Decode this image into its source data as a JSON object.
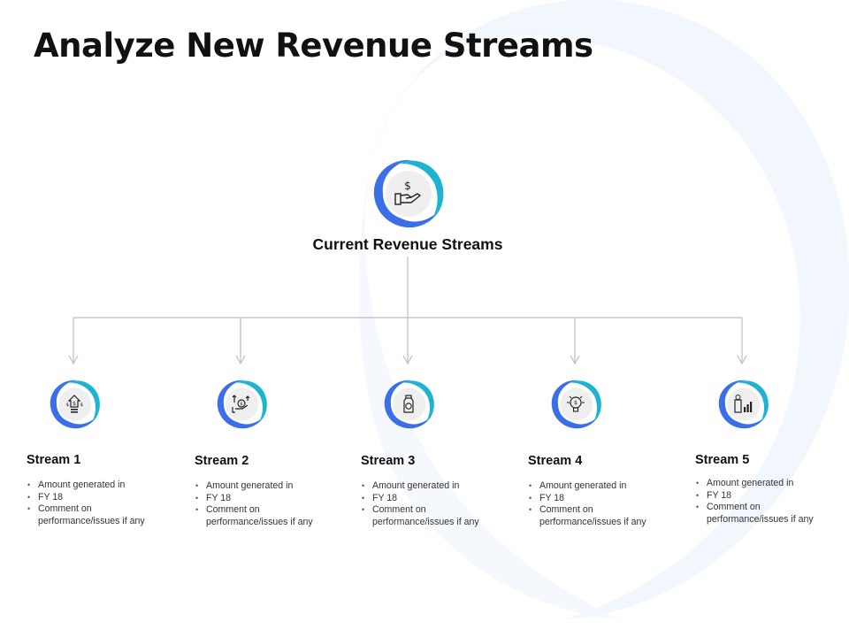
{
  "slide": {
    "title": "Analyze New Revenue Streams"
  },
  "root": {
    "label": "Current Revenue Streams",
    "icon": "hand-with-dollar-icon",
    "symbol": "$"
  },
  "streams": [
    {
      "title": "Stream 1",
      "icon": "house-money-growth-icon",
      "bullets": [
        "Amount generated in",
        "FY  18",
        "Comment on",
        "performance/issues if any"
      ]
    },
    {
      "title": "Stream 2",
      "icon": "hand-money-bag-growth-icon",
      "bullets": [
        "Amount generated in",
        "FY  18",
        "Comment on",
        "performance/issues if any"
      ]
    },
    {
      "title": "Stream 3",
      "icon": "money-jar-icon",
      "bullets": [
        "Amount generated in",
        "FY  18",
        "Comment on",
        "performance/issues if any"
      ]
    },
    {
      "title": "Stream 4",
      "icon": "lightbulb-currency-icon",
      "bullets": [
        "Amount generated in",
        "FY  18",
        "Comment on",
        "performance/issues if any"
      ]
    },
    {
      "title": "Stream 5",
      "icon": "building-chart-icon",
      "bullets": [
        "Amount generated in",
        "FY  18",
        "Comment on",
        "performance/issues if any"
      ]
    }
  ],
  "colors": {
    "ring_blue": "#3a6fe8",
    "ring_teal": "#1fb3d2",
    "inner_fill": "#efefef",
    "connector": "#bdbdbd",
    "background_swoosh": "#f2f6fd"
  }
}
